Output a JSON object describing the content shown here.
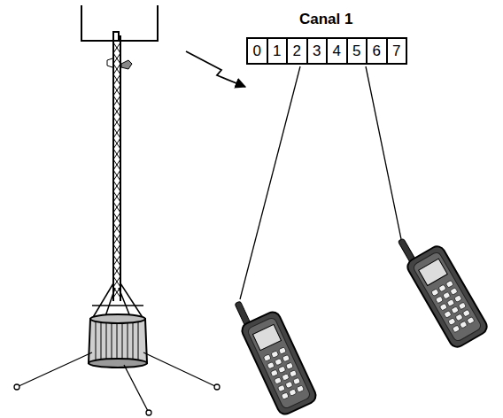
{
  "diagram": {
    "nodes": [
      {
        "text": [
          "0"
        ]
      },
      {
        "text": [
          "1"
        ]
      },
      {
        "text": [
          "2"
        ]
      },
      {
        "text": [
          "3"
        ]
      },
      {
        "text": [
          "4"
        ]
      },
      {
        "text": [
          "5"
        ]
      },
      {
        "text": [
          "6"
        ]
      },
      {
        "text": [
          "7"
        ]
      }
    ],
    "labels": [
      "Canal 1"
    ]
  }
}
